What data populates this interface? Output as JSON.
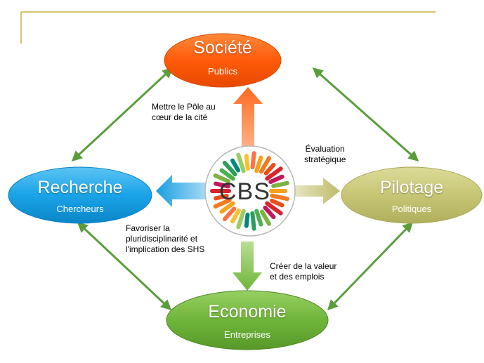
{
  "nodes": {
    "societe": {
      "title": "Société",
      "subtitle": "Publics",
      "color": "#ff5a0a"
    },
    "recherche": {
      "title": "Recherche",
      "subtitle": "Chercheurs",
      "color": "#1aa3e8"
    },
    "pilotage": {
      "title": "Pilotage",
      "subtitle": "Politiques",
      "color": "#c7c675"
    },
    "economie": {
      "title": "Economie",
      "subtitle": "Entreprises",
      "color": "#6fb53a"
    }
  },
  "center": {
    "label": "CBS"
  },
  "notes": {
    "up_line1": "Mettre le Pôle au",
    "up_line2": "cœur de la cité",
    "right_line1": "Évaluation",
    "right_line2": "stratégique",
    "left_line1": "Favoriser la",
    "left_line2": "pluridisciplinarité et",
    "left_line3": "l'implication des SHS",
    "down_line1": "Créer de la valeur",
    "down_line2": "et des emplois"
  },
  "colors": {
    "connector": "#5a9e3c",
    "frame": "#c8b040"
  }
}
